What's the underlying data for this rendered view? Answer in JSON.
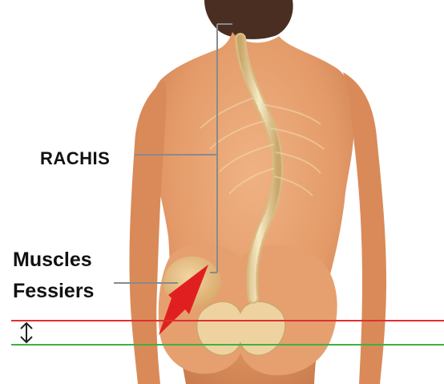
{
  "labels": {
    "spine": "RACHIS",
    "glute_line1": "Muscles",
    "glute_line2": "Fessiers"
  },
  "colors": {
    "background": "#ffffff",
    "skin": "#e8a070",
    "skin_shadow": "#c8784a",
    "hair": "#4a2e22",
    "bone": "#f3e6bc",
    "bone_shadow": "#c9a86c",
    "glute_muscle": "#e9c98e",
    "pointer_line": "#8a8a8a",
    "arrow": "#e02020",
    "line_red": "#e03030",
    "line_green": "#40b040",
    "text": "#111111"
  },
  "indicators": {
    "difference_arrow": "double-arrow-vertical-icon",
    "red_arrow": "arrow-pointer-icon"
  }
}
